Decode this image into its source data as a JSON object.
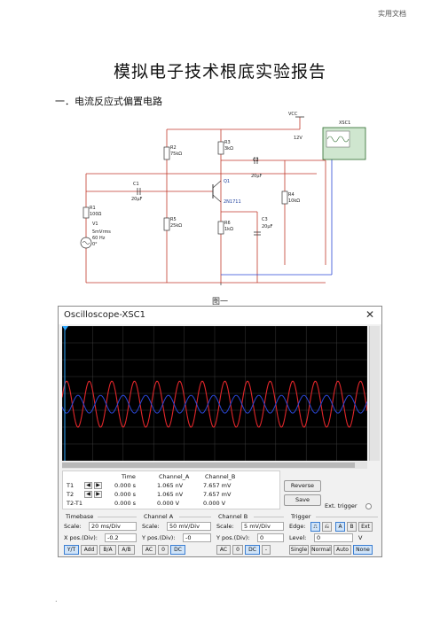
{
  "header_note": "实用文档",
  "doc_title": "模拟电子技术根底实验报告",
  "section_heading": "一．电流反应式偏置电路",
  "schematic": {
    "vcc_label": "VCC",
    "vcc_value": "12V",
    "scope_label": "XSC1",
    "r1": "R1",
    "r1_val": "100Ω",
    "r2": "R2",
    "r2_val": "75kΩ",
    "r3": "R3",
    "r3_val": "3kΩ",
    "r4": "R4",
    "r4_val": "10kΩ",
    "r5": "R5",
    "r5_val": "25kΩ",
    "r6": "R6",
    "r6_val": "1kΩ",
    "c1": "C1",
    "c1_val": "20µF",
    "c2": "C2",
    "c2_val": "20µF",
    "c3": "C3",
    "c3_val": "20µF",
    "q1": "Q1",
    "q1_model": "2N1711",
    "v1": "V1",
    "v1_amp": "5mVrms",
    "v1_freq": "60 Hz",
    "v1_phase": "0°"
  },
  "figure_caption": "图一",
  "scope": {
    "title": "Oscilloscope-XSC1",
    "colors": {
      "channel_a": "#e0262a",
      "channel_b": "#2a46d6",
      "cursor": "#30a8ff"
    },
    "readout": {
      "headers": [
        "Time",
        "Channel_A",
        "Channel_B"
      ],
      "rows": [
        {
          "label": "T1",
          "time": "0.000 s",
          "a": "1.065 nV",
          "b": "7.657 mV"
        },
        {
          "label": "T2",
          "time": "0.000 s",
          "a": "1.065 nV",
          "b": "7.657 mV"
        },
        {
          "label": "T2-T1",
          "time": "0.000 s",
          "a": "0.000 V",
          "b": "0.000 V"
        }
      ]
    },
    "reverse_label": "Reverse",
    "save_label": "Save",
    "ext_trigger_label": "Ext. trigger",
    "timebase": {
      "title": "Timebase",
      "scale_label": "Scale:",
      "scale_value": "20 ms/Div",
      "xpos_label": "X pos.(Div):",
      "xpos_value": "-0.2",
      "modes": [
        "Y/T",
        "Add",
        "B/A",
        "A/B"
      ]
    },
    "channel_a": {
      "title": "Channel A",
      "scale_label": "Scale:",
      "scale_value": "50 mV/Div",
      "ypos_label": "Y pos.(Div):",
      "ypos_value": "-0",
      "coupling": [
        "AC",
        "0",
        "DC"
      ]
    },
    "channel_b": {
      "title": "Channel B",
      "scale_label": "Scale:",
      "scale_value": "5 mV/Div",
      "ypos_label": "Y pos.(Div):",
      "ypos_value": "0",
      "coupling": [
        "AC",
        "0",
        "DC",
        "-"
      ]
    },
    "trigger": {
      "title": "Trigger",
      "edge_label": "Edge:",
      "sources": [
        "A",
        "B",
        "Ext"
      ],
      "level_label": "Level:",
      "level_value": "0",
      "level_unit": "V",
      "modes": [
        "Single",
        "Normal",
        "Auto",
        "None"
      ]
    }
  },
  "footer_dot": "."
}
